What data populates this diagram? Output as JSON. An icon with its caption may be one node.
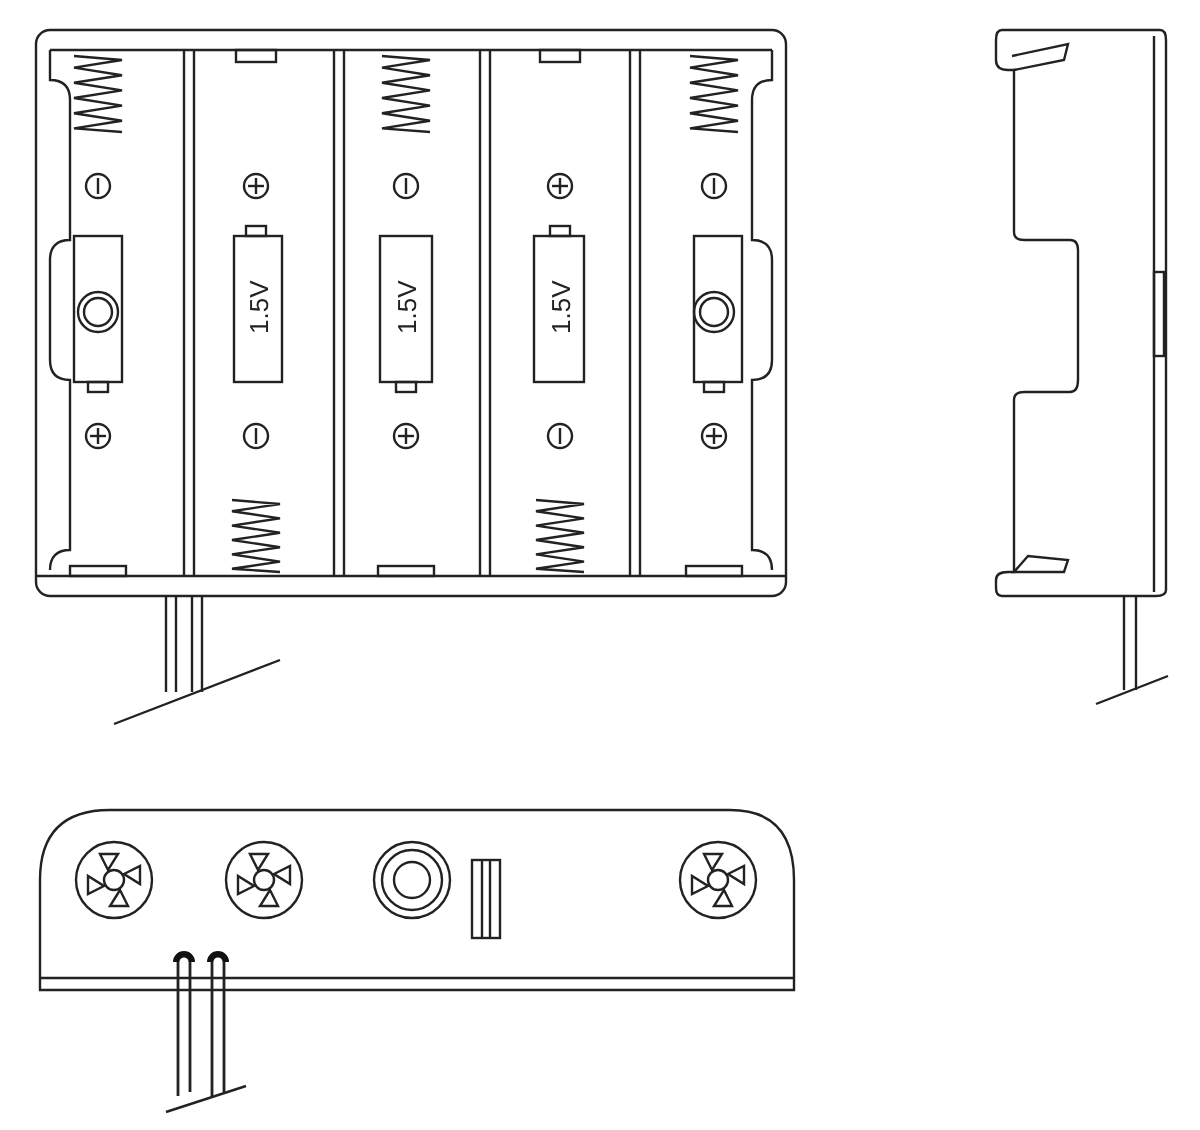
{
  "diagram": {
    "labels": [
      "1.5V",
      "1.5V",
      "1.5V"
    ]
  }
}
